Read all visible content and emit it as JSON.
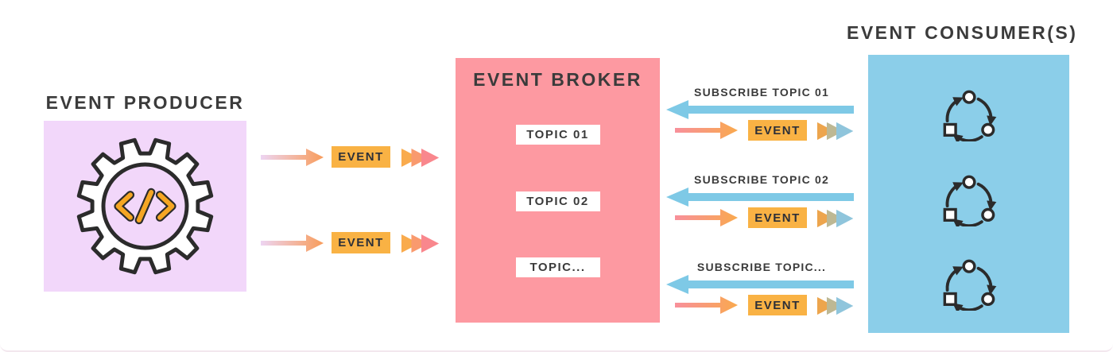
{
  "producer": {
    "title": "EVENT PRODUCER",
    "box_color": "#F2D7FA",
    "icon": "code-gear-icon",
    "icon_accent": "#F5A623",
    "icon_outline": "#2B2B2B"
  },
  "broker": {
    "title": "EVENT BROKER",
    "box_color": "#FD99A1",
    "topics": [
      {
        "label": "TOPIC 01"
      },
      {
        "label": "TOPIC 02"
      },
      {
        "label": "TOPIC..."
      }
    ]
  },
  "consumers": {
    "title": "EVENT CONSUMER(S)",
    "box_color": "#8BCEE9",
    "icon": "cycle-process-icon",
    "instance_count": 3
  },
  "produce_flows": [
    {
      "event_label": "EVENT"
    },
    {
      "event_label": "EVENT"
    }
  ],
  "subscribe_flows": [
    {
      "subscribe_label": "SUBSCRIBE TOPIC 01",
      "event_label": "EVENT"
    },
    {
      "subscribe_label": "SUBSCRIBE TOPIC 02",
      "event_label": "EVENT"
    },
    {
      "subscribe_label": "SUBSCRIBE TOPIC...",
      "event_label": "EVENT"
    }
  ],
  "colors": {
    "event_badge_bg": "#F9B244",
    "subscribe_arrow": "#7EC9E6",
    "produce_arrow_start": "#EDD5F2",
    "produce_arrow_end": "#F89C5B",
    "deliver_arrow_start": "#F8909B",
    "deliver_arrow_end": "#F9A94E",
    "produce_chevrons": [
      "#F9AB4D",
      "#F99A6E",
      "#F9878D"
    ],
    "deliver_chevrons": [
      "#EDA54D",
      "#BDB894",
      "#8FC5DC"
    ],
    "title_text": "#3B3B3B"
  }
}
